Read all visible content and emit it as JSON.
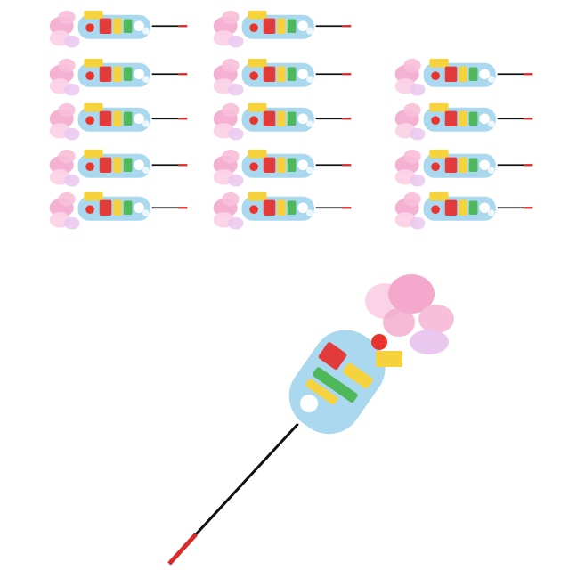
{
  "scene": {
    "subject": "cat-teaser-wand",
    "grid_rows": [
      {
        "count": 2
      },
      {
        "count": 3
      },
      {
        "count": 3
      },
      {
        "count": 3
      },
      {
        "count": 3
      }
    ]
  },
  "colors": {
    "background": "#ffffff",
    "feather_pink": "#f4a9cc",
    "feather_light": "#fbd3e6",
    "card_blue": "#a9d8ef",
    "card_border": "#ffffff",
    "logo_red": "#e23b3b",
    "logo_yellow": "#f6d23c",
    "logo_green": "#4fb85a",
    "wand_black": "#111111",
    "grip_red": "#d92b2b",
    "pompom_red": "#e8342d"
  }
}
